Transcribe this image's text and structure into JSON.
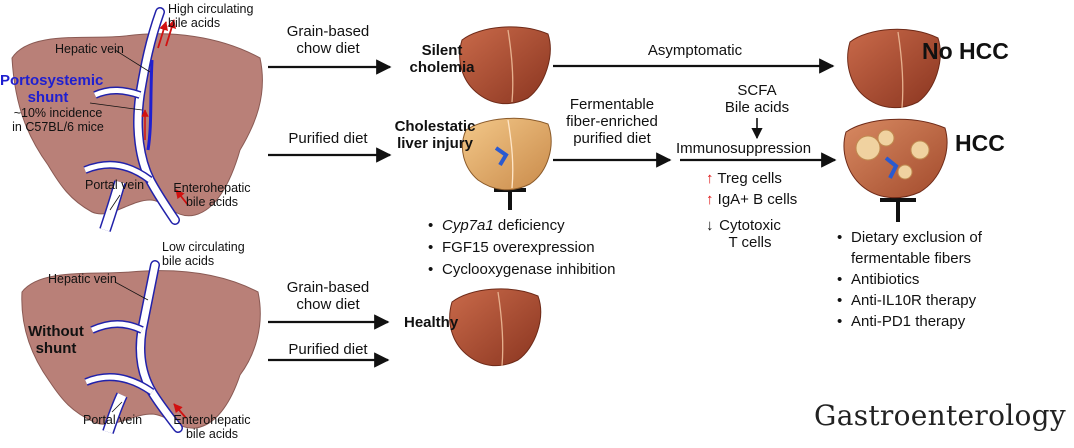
{
  "top_left": {
    "high_circulating": "High circulating\nbile acids",
    "hepatic_vein": "Hepatic vein",
    "shunt_title": "Portosystemic\nshunt",
    "incidence": "~10% incidence\nin C57BL/6 mice",
    "portal_vein": "Portal vein",
    "enterohepatic": "Enterohepatic\nbile acids"
  },
  "bottom_left": {
    "low_circulating": "Low circulating\nbile acids",
    "hepatic_vein": "Hepatic vein",
    "without_shunt": "Without\nshunt",
    "portal_vein": "Portal vein",
    "enterohepatic": "Enterohepatic\nbile acids"
  },
  "labels": {
    "grain_chow_top": "Grain-based\nchow diet",
    "purified_top": "Purified diet",
    "silent_cholemia": "Silent\ncholemia",
    "cholestatic": "Cholestatic\nliver injury",
    "asymptomatic": "Asymptomatic",
    "no_hcc": "No HCC",
    "fermentable": "Fermentable\nfiber-enriched\npurified diet",
    "scfa": "SCFA\nBile acids",
    "immunosuppression": "Immunosuppression",
    "treg": "Treg cells",
    "iga": "IgA+ B cells",
    "cytotoxic": "Cytotoxic\nT cells",
    "hcc": "HCC",
    "grain_chow_bottom": "Grain-based\nchow diet",
    "purified_bottom": "Purified diet",
    "healthy": "Healthy",
    "journal": "Gastroenterology"
  },
  "symbols": {
    "up_arrow": "↑",
    "down_arrow": "↓"
  },
  "cholestatic_inhibitors": {
    "cyp_gene": "Cyp7a1",
    "cyp_rest": " deficiency",
    "fgf": "FGF15 overexpression",
    "cox": "Cyclooxygenase  inhibition"
  },
  "hcc_inhibitors": {
    "dietary": "Dietary exclusion of\nfermentable fibers",
    "antibiotics": "Antibiotics",
    "il10r": "Anti-IL10R therapy",
    "pd1": "Anti-PD1 therapy"
  },
  "colors": {
    "liver_schematic": "#b98078",
    "liver_healthy": "#a8442a",
    "vein_blue": "#2222aa",
    "shunt_blue": "#1f1fd0",
    "arrow_red": "#d11111",
    "tumor": "#f0d2a0",
    "cholestatic_liver": "#e8b070"
  },
  "icons": [
    "liver-icon",
    "arrow-right-icon",
    "inhibition-bar-icon",
    "bile-flow-arrow-icon"
  ]
}
